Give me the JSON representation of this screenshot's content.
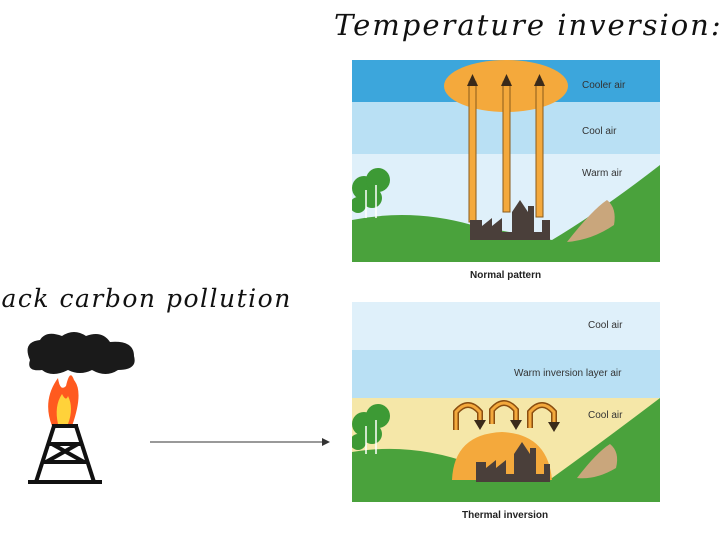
{
  "title": "Temperature inversion:",
  "pollution_label": "lack carbon pollution",
  "normal": {
    "caption": "Normal pattern",
    "layers": [
      "Cooler air",
      "Cool air",
      "Warm air"
    ]
  },
  "inversion": {
    "caption": "Thermal inversion",
    "layers": [
      "Cool air",
      "Warm inversion layer air",
      "Cool air"
    ]
  },
  "colors": {
    "cooler_air": "#3ca6dc",
    "cool_air": "#b9e0f4",
    "warm_air": "#dff0fa",
    "pollution": "#f4a93c",
    "inversion_ground_layer": "#f5e7a8",
    "hill": "#4aa23c",
    "factory": "#4a3f3a",
    "smoke": "#1a1a1a",
    "flame": "#ff5a1f"
  }
}
